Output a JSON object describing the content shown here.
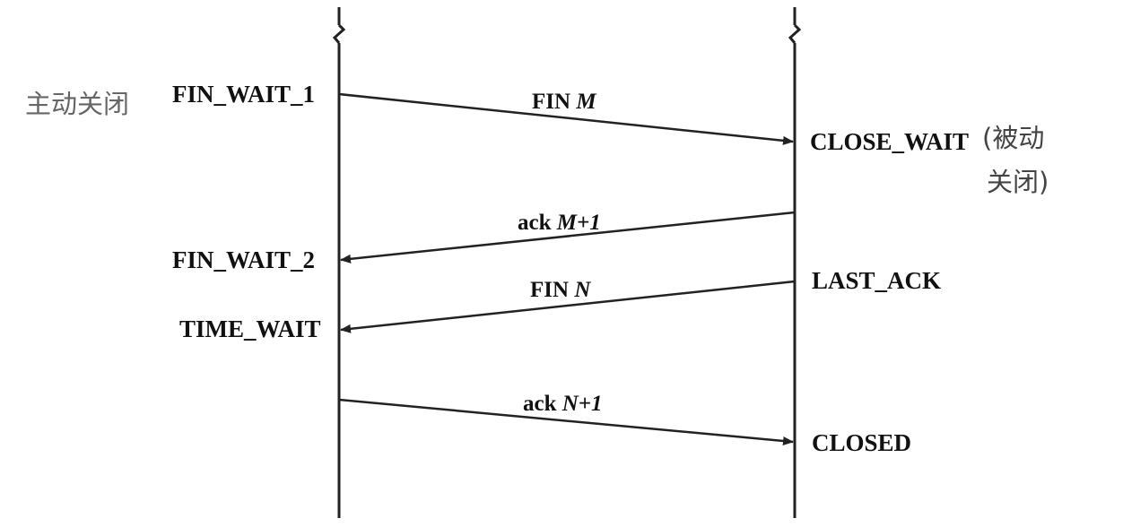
{
  "colors": {
    "line": "#222222",
    "text": "#111111",
    "cjk_label": "#666666"
  },
  "left_side": {
    "role_label": "主动关闭",
    "states": {
      "fin_wait_1": "FIN_WAIT_1",
      "fin_wait_2": "FIN_WAIT_2",
      "time_wait": "TIME_WAIT"
    }
  },
  "right_side": {
    "role_label_line1": "(被动",
    "role_label_line2": "关闭)",
    "states": {
      "close_wait": "CLOSE_WAIT",
      "last_ack": "LAST_ACK",
      "closed": "CLOSED"
    }
  },
  "messages": {
    "fin_m": {
      "prefix": "FIN ",
      "var": "M"
    },
    "ack_m1": {
      "prefix": "ack ",
      "var": "M+1"
    },
    "fin_n": {
      "prefix": "FIN ",
      "var": "N"
    },
    "ack_n1": {
      "prefix": "ack ",
      "var": "N+1"
    }
  },
  "icons": {
    "break_mark": "break-squiggle-icon",
    "arrow_head": "arrow-head-icon"
  }
}
